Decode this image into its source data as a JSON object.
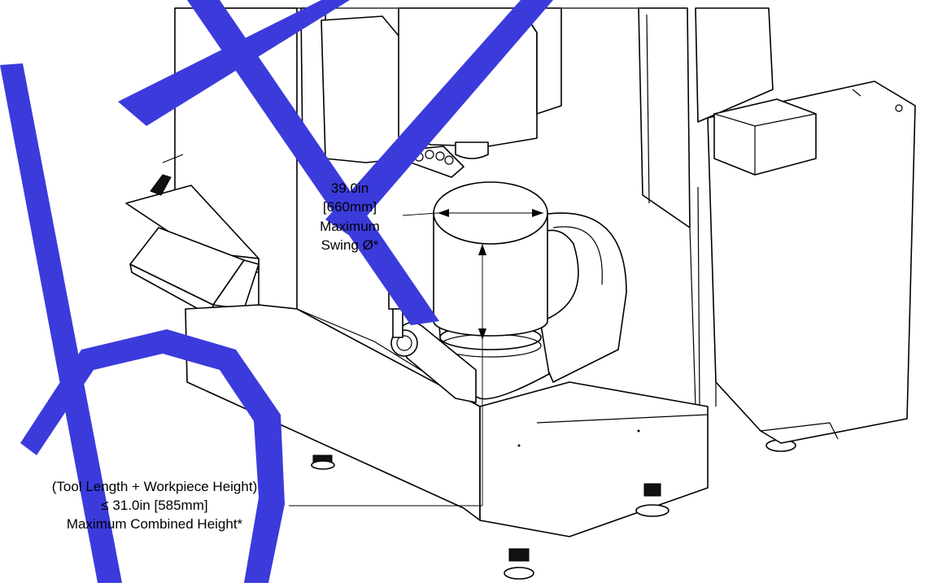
{
  "colors": {
    "watermark": "#3b3bdc",
    "line": "#000000",
    "background": "#ffffff"
  },
  "swing_callout": {
    "value_in": "39.0in",
    "value_mm": "[660mm]",
    "line1": "Maximum",
    "line2": "Swing Ø*"
  },
  "height_callout": {
    "line1": "(Tool Length + Workpiece Height)",
    "line2": "≤ 31.0in [585mm]",
    "line3": "Maximum Combined Height*"
  }
}
